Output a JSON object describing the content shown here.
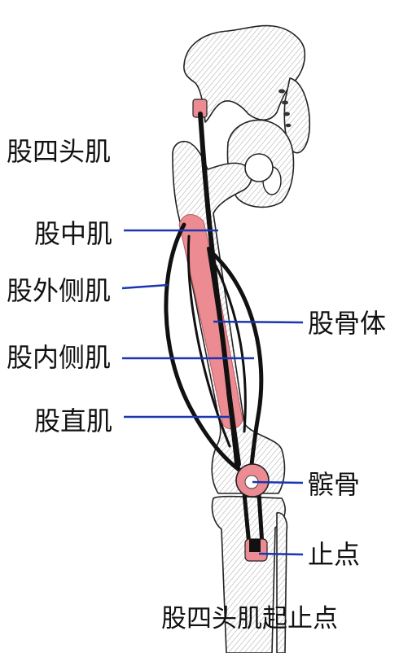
{
  "labels": {
    "quadriceps": "股四头肌",
    "vastus_intermedius": "股中肌",
    "vastus_lateralis": "股外侧肌",
    "femur_body": "股骨体",
    "vastus_medialis": "股内侧肌",
    "rectus_femoris": "股直肌",
    "patella": "髌骨",
    "insertion": "止点"
  },
  "caption": "股四头肌起止点",
  "colors": {
    "leader_line": "#1a36b0",
    "muscle": "#ec8c92",
    "muscle_outline": "#111111",
    "bone_outline": "#222222"
  }
}
